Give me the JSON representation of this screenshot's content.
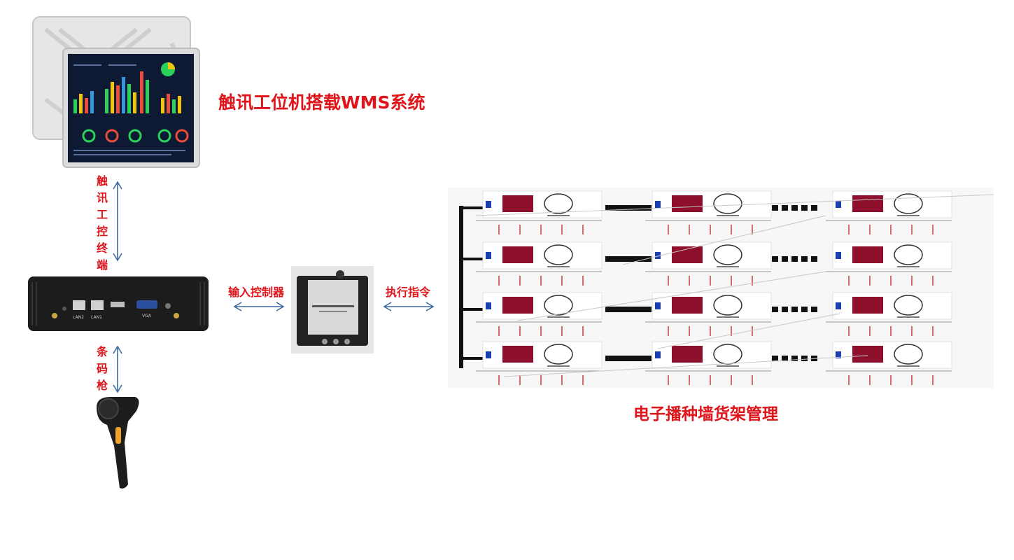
{
  "labels": {
    "wms_system": "触讯工位机搭载WMS系统",
    "terminal": "触讯工控终端",
    "barcode_gun": "条码枪",
    "input_controller": "输入控制器",
    "execute_command": "执行指令",
    "wall_management": "电子播种墙货架管理"
  },
  "colors": {
    "label_red": "#e0141b",
    "arrow_blue": "#3a6aa0",
    "display_red": "#8e0f2c",
    "device_dark": "#1c1c1c"
  },
  "icons": [
    "touch-panel-image",
    "mini-pc-image",
    "barcode-scanner-image",
    "controller-box-image",
    "put-wall-shelf-image"
  ]
}
